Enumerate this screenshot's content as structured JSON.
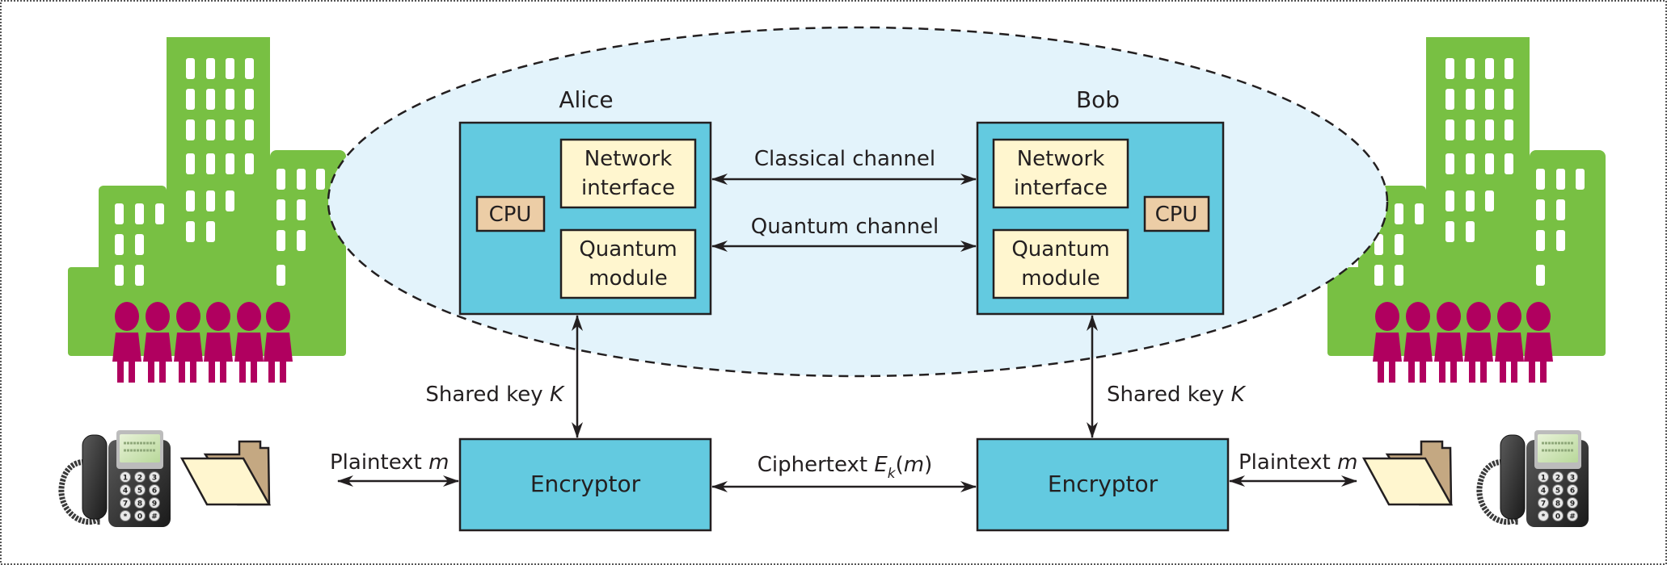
{
  "diagram": {
    "title": "Quantum key distribution secured communication",
    "colors": {
      "building": "#78c043",
      "people": "#b0005f",
      "ellipse_fill": "#e3f3fb",
      "node_fill": "#63cae0",
      "module_fill": "#fff6cf",
      "cpu_fill": "#eccda6",
      "folder_back": "#c4a882",
      "folder_front": "#fff6cf",
      "stroke": "#231f20"
    },
    "alice": {
      "label": "Alice",
      "network_interface": [
        "Network",
        "interface"
      ],
      "quantum_module": [
        "Quantum",
        "module"
      ],
      "cpu": "CPU"
    },
    "bob": {
      "label": "Bob",
      "network_interface": [
        "Network",
        "interface"
      ],
      "quantum_module": [
        "Quantum",
        "module"
      ],
      "cpu": "CPU"
    },
    "channels": {
      "classical": "Classical channel",
      "quantum": "Quantum channel"
    },
    "shared_key_left": {
      "text": "Shared key ",
      "var": "K"
    },
    "shared_key_right": {
      "text": "Shared key ",
      "var": "K"
    },
    "encryptor_left": "Encryptor",
    "encryptor_right": "Encryptor",
    "ciphertext": {
      "text": "Ciphertext ",
      "var": "E",
      "sub": "k",
      "arg_open": "(",
      "arg": "m",
      "arg_close": ")"
    },
    "plaintext_left": {
      "text": "Plaintext ",
      "var": "m"
    },
    "plaintext_right": {
      "text": "Plaintext ",
      "var": "m"
    },
    "phone_keys": [
      "1",
      "2",
      "3",
      "4",
      "5",
      "6",
      "7",
      "8",
      "9",
      "*",
      "0",
      "#"
    ]
  }
}
